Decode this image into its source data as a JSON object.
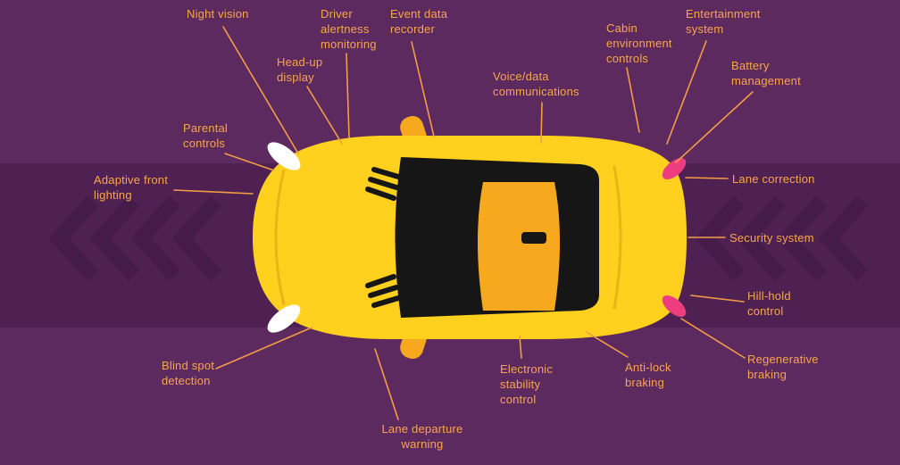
{
  "title": "Car electronic systems diagram (top view)",
  "colors": {
    "background": "#5c2a5f",
    "road": "#4f2153",
    "chevron": "#451b49",
    "car_body": "#ffd01e",
    "car_roof": "#f6a81f",
    "car_accent": "#e9b515",
    "glass": "#161616",
    "headlight": "#ffffff",
    "taillight": "#ee3d7f",
    "mirror": "#f6a81f",
    "leader_line": "#f49d47",
    "label_text": "#f9a64a"
  },
  "labels": [
    {
      "id": "night-vision",
      "text": "Night vision"
    },
    {
      "id": "head-up-display",
      "text": "Head-up display"
    },
    {
      "id": "driver-alertness-monitoring",
      "text": "Driver alertness monitoring"
    },
    {
      "id": "event-data-recorder",
      "text": "Event data recorder"
    },
    {
      "id": "voice-data-communications",
      "text": "Voice/data communications"
    },
    {
      "id": "cabin-environment-controls",
      "text": "Cabin environment controls"
    },
    {
      "id": "entertainment-system",
      "text": "Entertainment system"
    },
    {
      "id": "battery-management",
      "text": "Battery management"
    },
    {
      "id": "parental-controls",
      "text": "Parental controls"
    },
    {
      "id": "adaptive-front-lighting",
      "text": "Adaptive front lighting"
    },
    {
      "id": "lane-correction",
      "text": "Lane correction"
    },
    {
      "id": "security-system",
      "text": "Security system"
    },
    {
      "id": "hill-hold-control",
      "text": "Hill-hold control"
    },
    {
      "id": "blind-spot-detection",
      "text": "Blind spot detection"
    },
    {
      "id": "lane-departure-warning",
      "text": "Lane departure warning"
    },
    {
      "id": "electronic-stability-control",
      "text": "Electronic stability control"
    },
    {
      "id": "anti-lock-braking",
      "text": "Anti-lock braking"
    },
    {
      "id": "regenerative-braking",
      "text": "Regenerative braking"
    }
  ]
}
